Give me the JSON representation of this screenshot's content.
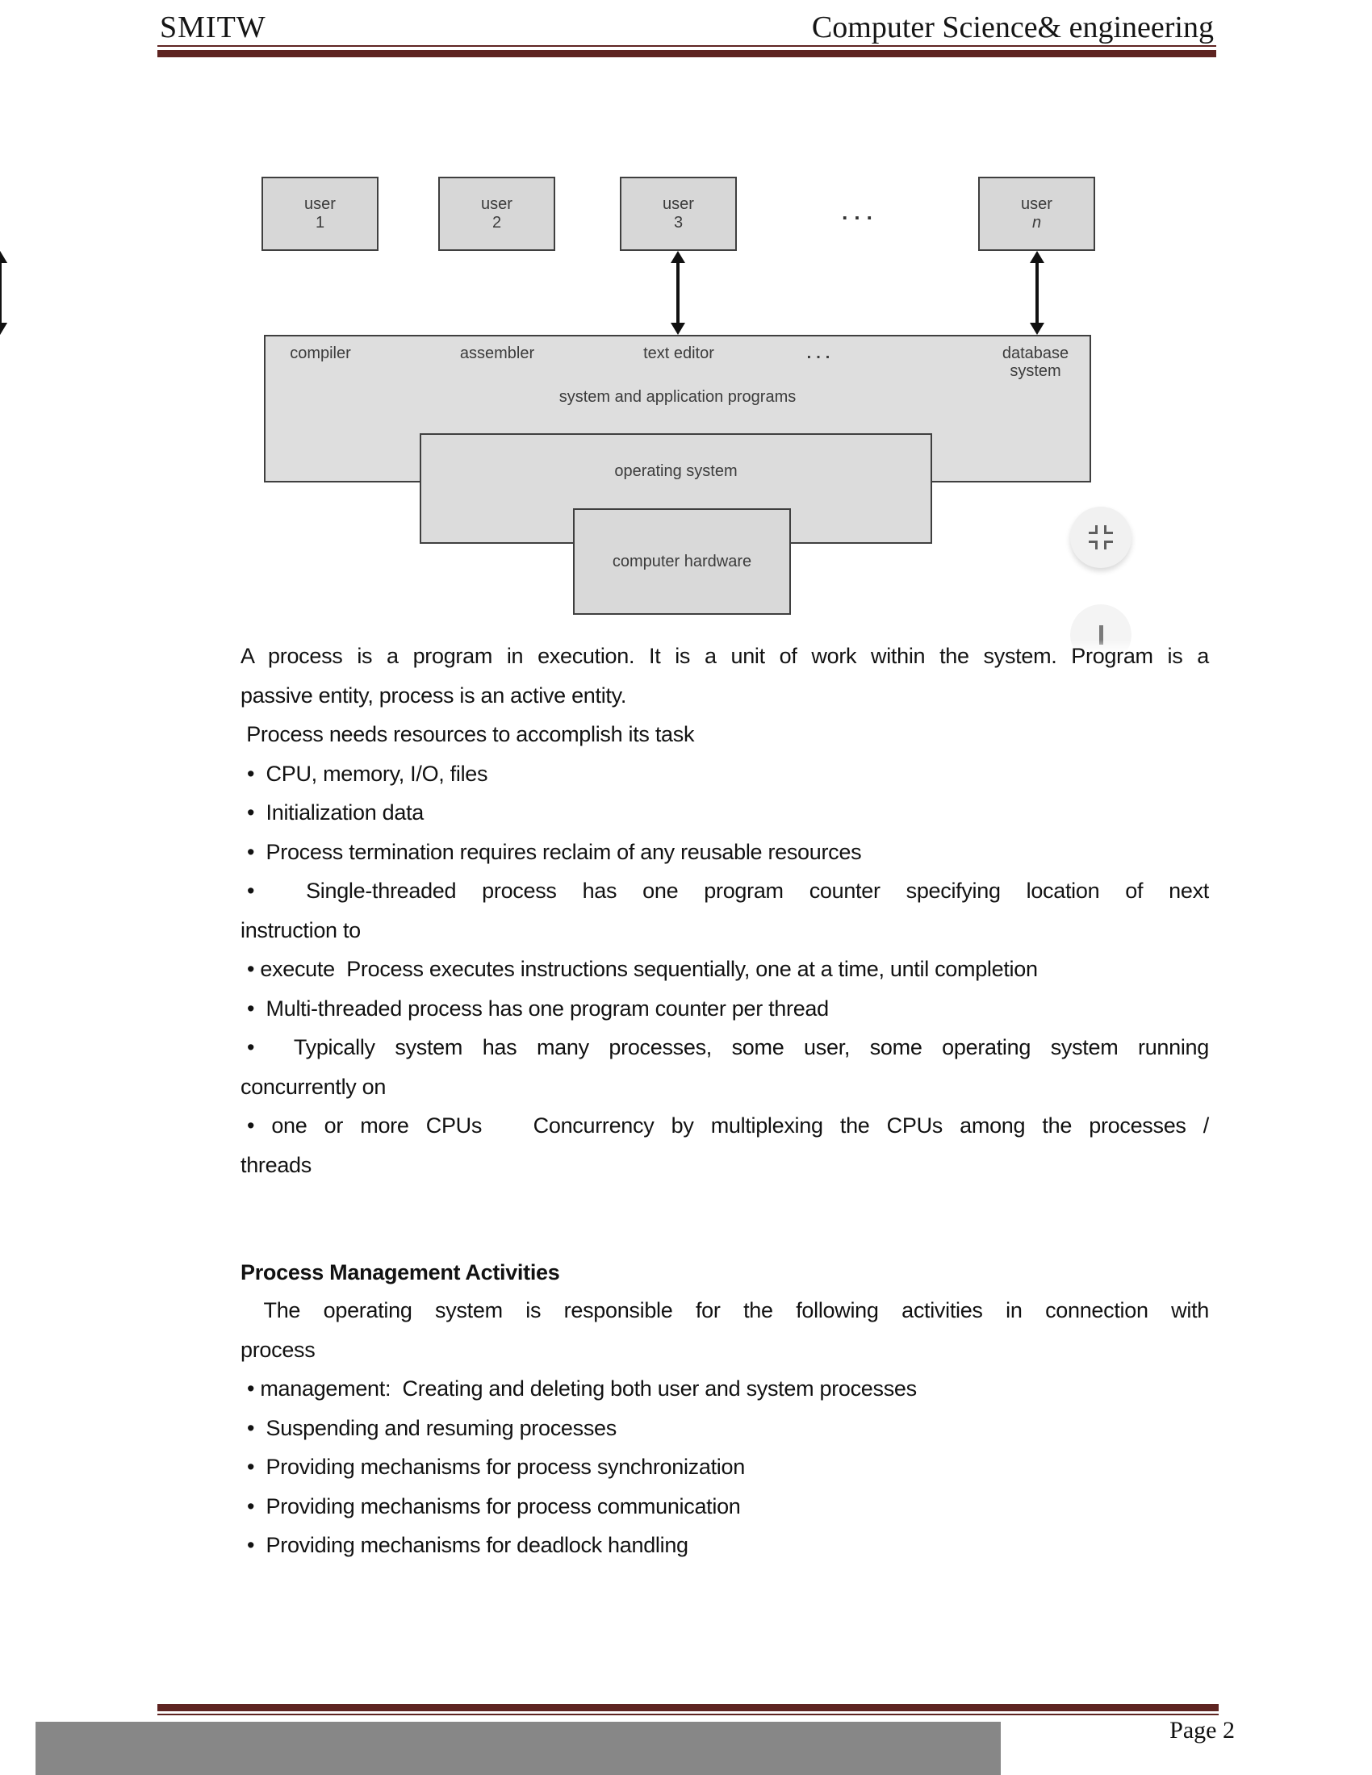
{
  "header": {
    "left": "SMITW",
    "right": "Computer Science& engineering"
  },
  "diagram": {
    "user_boxes": [
      {
        "l1": "user",
        "l2": "1"
      },
      {
        "l1": "user",
        "l2": "2"
      },
      {
        "l1": "user",
        "l2": "3"
      },
      {
        "l1": "user",
        "l2": "n"
      }
    ],
    "row_dots": "...",
    "top_labels": [
      {
        "t": "compiler"
      },
      {
        "t": "assembler"
      },
      {
        "t": "text editor"
      },
      {
        "t": "..."
      },
      {
        "t": "database\nsystem"
      }
    ],
    "big_box_caption": "system and application programs",
    "os_label": "operating system",
    "hw_label": "computer hardware"
  },
  "body": {
    "lines": [
      {
        "t": "A process is a program in execution. It is a unit of work within the system. Program is a",
        "j": 1
      },
      {
        "t": "passive entity, process is an active entity."
      },
      {
        "t": " Process needs resources to accomplish its task"
      },
      {
        "t": "•  CPU, memory, I/O, files",
        "pad": 8
      },
      {
        "t": "•  Initialization data",
        "pad": 8
      },
      {
        "t": "•  Process termination requires reclaim of any reusable resources",
        "pad": 8
      },
      {
        "t": "•  Single-threaded process has one program counter specifying location of next",
        "j": 1,
        "pad": 8
      },
      {
        "t": "instruction to"
      },
      {
        "t": "• execute  Process executes instructions sequentially, one at a time, until completion",
        "pad": 8
      },
      {
        "t": "•  Multi-threaded process has one program counter per thread",
        "pad": 8
      },
      {
        "t": "•  Typically system has many processes, some user, some operating system running",
        "j": 1,
        "pad": 8
      },
      {
        "t": "concurrently on"
      },
      {
        "t": "• one or more CPUs   Concurrency by multiplexing the CPUs among the processes /",
        "j": 1,
        "pad": 8
      },
      {
        "t": "threads"
      }
    ]
  },
  "section": {
    "heading": "Process Management Activities",
    "lines": [
      {
        "t": " The operating system is responsible for the following activities in connection with",
        "j": 1
      },
      {
        "t": "process"
      },
      {
        "t": "• management:  Creating and deleting both user and system processes",
        "pad": 8
      },
      {
        "t": "•  Suspending and resuming processes",
        "pad": 8
      },
      {
        "t": "•  Providing mechanisms for process synchronization",
        "pad": 8
      },
      {
        "t": "•  Providing mechanisms for process communication",
        "pad": 8
      },
      {
        "t": "•  Providing mechanisms for deadlock handling",
        "pad": 8
      }
    ]
  },
  "footer": {
    "page_label": "Page 2"
  },
  "colors": {
    "rule_maroon": "#5e2421",
    "box_fill": "#dcdcdc",
    "box_border": "#3f3f3f",
    "footer_bar_gray": "#878787"
  }
}
